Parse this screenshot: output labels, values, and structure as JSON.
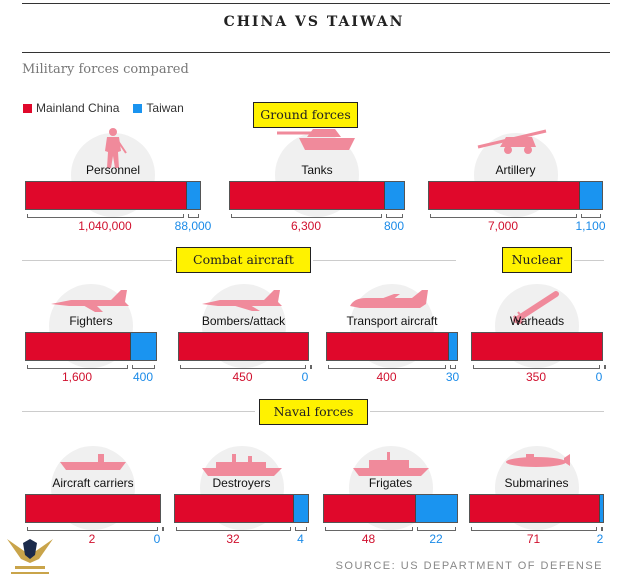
{
  "header": {
    "title": "CHINA VS TAIWAN",
    "subtitle": "Military forces compared"
  },
  "legend": [
    {
      "label": "Mainland China",
      "color": "#e0082b"
    },
    {
      "label": "Taiwan",
      "color": "#1a94f0"
    }
  ],
  "sections": {
    "ground": "Ground forces",
    "air": "Combat aircraft",
    "nuclear": "Nuclear",
    "naval": "Naval forces"
  },
  "source": "SOURCE: US DEPARTMENT OF DEFENSE",
  "chart_data": {
    "type": "bar",
    "orientation": "horizontal-stacked-proportional",
    "series_names": [
      "Mainland China",
      "Taiwan"
    ],
    "categories": [
      "Personnel",
      "Tanks",
      "Artillery",
      "Fighters",
      "Bombers/attack",
      "Transport aircraft",
      "Warheads",
      "Aircraft carriers",
      "Destroyers",
      "Frigates",
      "Submarines"
    ],
    "series": [
      {
        "name": "Mainland China",
        "values": [
          1040000,
          6300,
          7000,
          1600,
          450,
          400,
          350,
          2,
          32,
          48,
          71
        ],
        "labels": [
          "1,040,000",
          "6,300",
          "7,000",
          "1,600",
          "450",
          "400",
          "350",
          "2",
          "32",
          "48",
          "71"
        ]
      },
      {
        "name": "Taiwan",
        "values": [
          88000,
          800,
          1100,
          400,
          0,
          30,
          0,
          0,
          4,
          22,
          2
        ],
        "labels": [
          "88,000",
          "800",
          "1,100",
          "400",
          "0",
          "30",
          "0",
          "0",
          "4",
          "22",
          "2"
        ]
      }
    ],
    "icons": [
      "soldier-icon",
      "tank-icon",
      "artillery-icon",
      "fighter-jet-icon",
      "bomber-icon",
      "transport-plane-icon",
      "missile-icon",
      "aircraft-carrier-icon",
      "destroyer-icon",
      "frigate-icon",
      "submarine-icon"
    ]
  }
}
